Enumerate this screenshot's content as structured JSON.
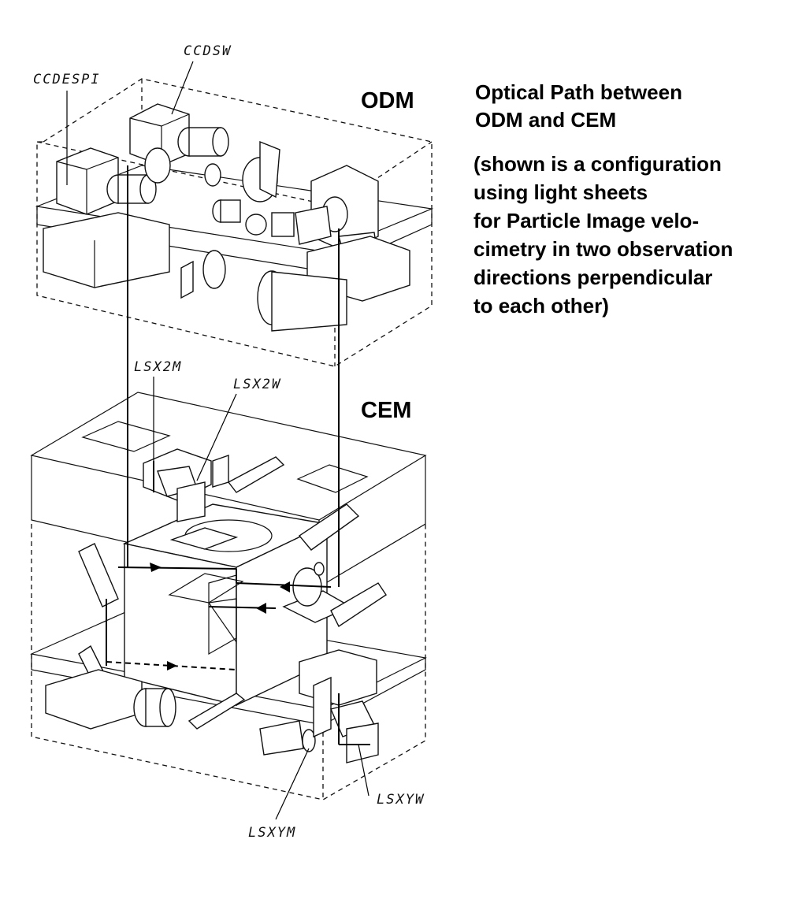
{
  "modules": {
    "odm": "ODM",
    "cem": "CEM"
  },
  "caption": {
    "title_lines": [
      "Optical Path between",
      "ODM and CEM"
    ],
    "body_lines": [
      "(shown is a configuration",
      "using light sheets",
      "for Particle Image velo-",
      "cimetry in two observation",
      "directions perpendicular",
      "to each other)"
    ]
  },
  "component_labels": {
    "ccdespi": "CCDESPI",
    "ccdsw": "CCDSW",
    "lsx2m": "LSX2M",
    "lsx2w": "LSX2W",
    "lsxym": "LSXYM",
    "lsxyw": "LSXYW"
  }
}
